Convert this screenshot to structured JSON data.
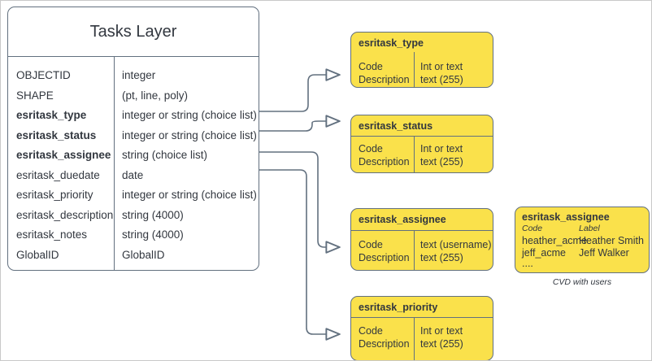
{
  "diagram": {
    "background": "#ffffff",
    "line_color": "#62707f",
    "domain_fill": "#fae14b",
    "text_color": "#32373f"
  },
  "entity": {
    "title": "Tasks Layer",
    "columns": [
      "field",
      "type"
    ],
    "rows": [
      {
        "field": "OBJECTID",
        "type": "integer",
        "bold": false
      },
      {
        "field": "SHAPE",
        "type": "(pt, line, poly)",
        "bold": false
      },
      {
        "field": "esritask_type",
        "type": "integer or string (choice list)",
        "bold": true
      },
      {
        "field": "esritask_status",
        "type": "integer or string (choice list)",
        "bold": true
      },
      {
        "field": "esritask_assignee",
        "type": "string (choice list)",
        "bold": true
      },
      {
        "field": "esritask_duedate",
        "type": "date",
        "bold": false
      },
      {
        "field": "esritask_priority",
        "type": "integer or string (choice list)",
        "bold": false
      },
      {
        "field": "esritask_description",
        "type": "string (4000)",
        "bold": false
      },
      {
        "field": "esritask_notes",
        "type": "string (4000)",
        "bold": false
      },
      {
        "field": "GlobalID",
        "type": "GlobalID",
        "bold": false
      }
    ]
  },
  "domains": [
    {
      "name": "esritask_type",
      "left_labels": [
        "Code",
        "Description"
      ],
      "right_labels": [
        "Int or text",
        "text (255)"
      ],
      "header_rule": false
    },
    {
      "name": "esritask_status",
      "left_labels": [
        "Code",
        "Description"
      ],
      "right_labels": [
        "Int or text",
        "text (255)"
      ],
      "header_rule": true
    },
    {
      "name": "esritask_assignee",
      "left_labels": [
        "Code",
        "Description"
      ],
      "right_labels": [
        "text  (username)",
        "text (255)"
      ],
      "header_rule": true
    },
    {
      "name": "esritask_priority",
      "left_labels": [
        "Code",
        "Description"
      ],
      "right_labels": [
        "Int or text",
        "text (255)"
      ],
      "header_rule": true
    }
  ],
  "cvd": {
    "title": "esritask_assignee",
    "header_code": "Code",
    "header_label": "Label",
    "rows": [
      {
        "code": "heather_acme",
        "label": "Heather Smith"
      },
      {
        "code": "jeff_acme",
        "label": "Jeff Walker"
      }
    ],
    "ellipsis": "....",
    "caption": "CVD with users"
  }
}
